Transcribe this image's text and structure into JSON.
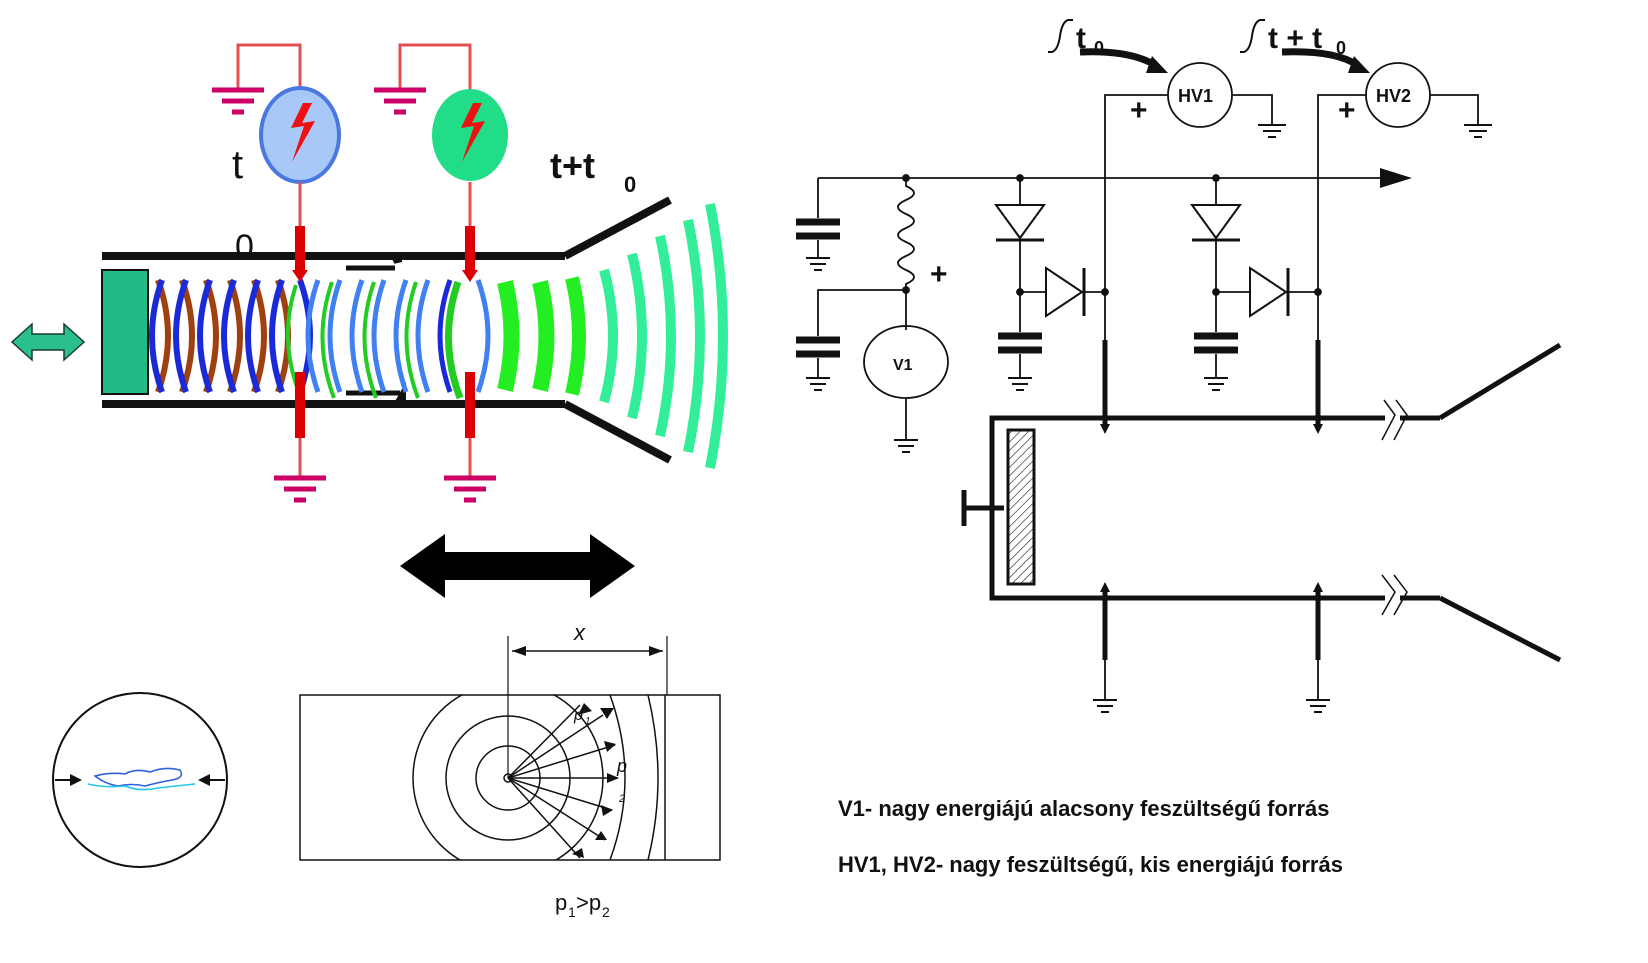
{
  "left_diagram": {
    "label_t": "t",
    "label_zero": "0",
    "label_t_t0_main": "t+t",
    "label_t_t0_sub": "0",
    "colors": {
      "ground": "#cc0066",
      "wire": "#e05050",
      "red_wire_top": "#dd2222",
      "electrode": "#dd0000",
      "source1_fill": "#a8c8f8",
      "source1_stroke": "#4a78e0",
      "source2_fill": "#22dd88",
      "brown_wave": "#a04010",
      "blue_wave": "#1a2ad8",
      "light_blue_wave": "#4080f0",
      "green_wave": "#22cc22",
      "bright_green": "#22ee22",
      "teal_wave": "#33ee99",
      "piston": "#22bb88"
    }
  },
  "bottom_left": {
    "label_x": "x",
    "label_p1_main": "p",
    "label_p1_sub": "1",
    "label_p2_main": "p",
    "label_p2_sub": "2",
    "caption_p1": "p",
    "caption_sub1": "1",
    "caption_gt": ">p",
    "caption_sub2": "2"
  },
  "right_diagram": {
    "t0_main": "t",
    "t0_sub": "0",
    "t_t0_main": "t + t",
    "t_t0_sub": "0",
    "hv1": "HV1",
    "hv2": "HV2",
    "v1": "V1",
    "plus": "+"
  },
  "legend": {
    "line1": "V1-  nagy energiájú alacsony feszültségű forrás",
    "line2": "HV1, HV2- nagy feszültségű, kis energiájú forrás"
  }
}
